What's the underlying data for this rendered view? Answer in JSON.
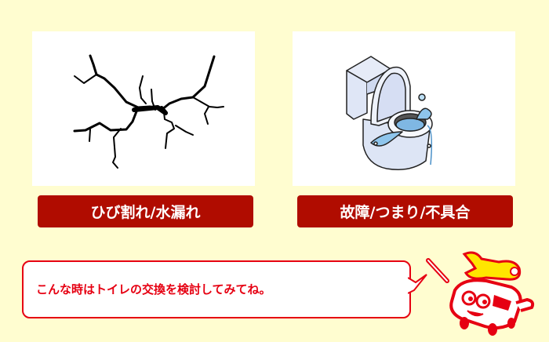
{
  "cards": [
    {
      "label": "ひび割れ/水漏れ",
      "image": "wall-crack-illustration"
    },
    {
      "label": "故障/つまり/不具合",
      "image": "overflowing-toilet-illustration"
    }
  ],
  "speech_bubble": {
    "text": "こんな時はトイレの交換を検討してみてね。"
  },
  "mascot": {
    "image": "repair-van-mascot-with-wrench"
  },
  "colors": {
    "background": "#fffdd0",
    "label_bg": "#b00c00",
    "accent_red": "#e60012",
    "wrench_yellow": "#ffe600"
  }
}
